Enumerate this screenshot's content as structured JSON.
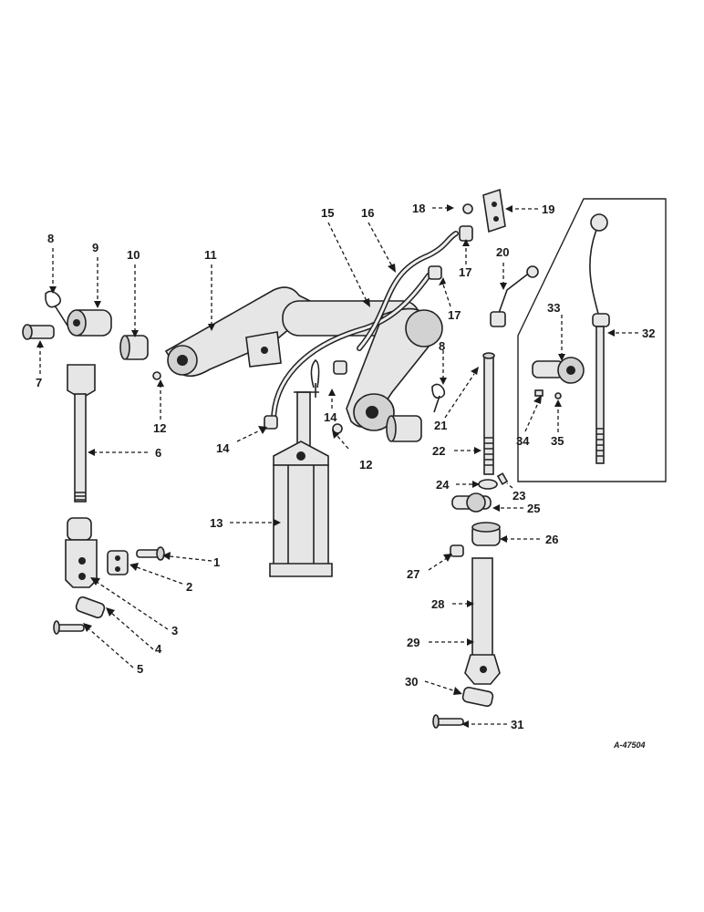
{
  "drawing_code": "A-47504",
  "callouts": [
    {
      "id": "c1",
      "label": "1"
    },
    {
      "id": "c2",
      "label": "2"
    },
    {
      "id": "c3",
      "label": "3"
    },
    {
      "id": "c4",
      "label": "4"
    },
    {
      "id": "c5",
      "label": "5"
    },
    {
      "id": "c6",
      "label": "6"
    },
    {
      "id": "c7",
      "label": "7"
    },
    {
      "id": "c8a",
      "label": "8"
    },
    {
      "id": "c8b",
      "label": "8"
    },
    {
      "id": "c9",
      "label": "9"
    },
    {
      "id": "c10",
      "label": "10"
    },
    {
      "id": "c11",
      "label": "11"
    },
    {
      "id": "c12a",
      "label": "12"
    },
    {
      "id": "c12b",
      "label": "12"
    },
    {
      "id": "c13",
      "label": "13"
    },
    {
      "id": "c14a",
      "label": "14"
    },
    {
      "id": "c14b",
      "label": "14"
    },
    {
      "id": "c15",
      "label": "15"
    },
    {
      "id": "c16",
      "label": "16"
    },
    {
      "id": "c17a",
      "label": "17"
    },
    {
      "id": "c17b",
      "label": "17"
    },
    {
      "id": "c18",
      "label": "18"
    },
    {
      "id": "c19",
      "label": "19"
    },
    {
      "id": "c20",
      "label": "20"
    },
    {
      "id": "c21",
      "label": "21"
    },
    {
      "id": "c22",
      "label": "22"
    },
    {
      "id": "c23",
      "label": "23"
    },
    {
      "id": "c24",
      "label": "24"
    },
    {
      "id": "c25",
      "label": "25"
    },
    {
      "id": "c26",
      "label": "26"
    },
    {
      "id": "c27",
      "label": "27"
    },
    {
      "id": "c28",
      "label": "28"
    },
    {
      "id": "c29",
      "label": "29"
    },
    {
      "id": "c30",
      "label": "30"
    },
    {
      "id": "c31",
      "label": "31"
    },
    {
      "id": "c32",
      "label": "32"
    },
    {
      "id": "c33",
      "label": "33"
    },
    {
      "id": "c34",
      "label": "34"
    },
    {
      "id": "c35",
      "label": "35"
    }
  ]
}
